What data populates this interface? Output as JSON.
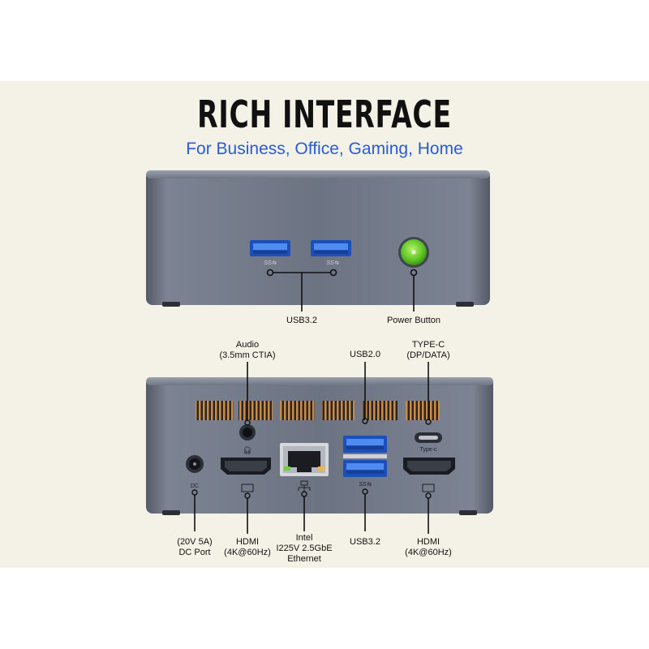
{
  "header": {
    "title": "RICH INTERFACE",
    "subtitle": "For Business, Office, Gaming, Home"
  },
  "front": {
    "usb_label": "USB3.2",
    "power_label": "Power Button",
    "port_glyph": "SS⇆"
  },
  "back": {
    "audio_label_1": "Audio",
    "audio_label_2": "(3.5mm CTIA)",
    "usb2_label": "USB2.0",
    "typec_label_1": "TYPE-C",
    "typec_label_2": "(DP/DATA)",
    "dc_label_1": "(20V 5A)",
    "dc_label_2": "DC Port",
    "hdmi1_label_1": "HDMI",
    "hdmi1_label_2": "(4K@60Hz)",
    "lan_label_1": "Intel",
    "lan_label_2": "I225V 2.5GbE",
    "lan_label_3": "Ethernet",
    "usb32_label": "USB3.2",
    "hdmi2_label_1": "HDMI",
    "hdmi2_label_2": "(4K@60Hz)",
    "dc_glyph": "DC",
    "typec_glyph": "Type-c",
    "usb_glyph": "SS⇆"
  },
  "colors": {
    "chassis": "#6e7584",
    "usb_blue": "#2f6fe0",
    "power_green": "#6ccf2a",
    "title": "#111111",
    "subtitle": "#2a5bd7"
  }
}
